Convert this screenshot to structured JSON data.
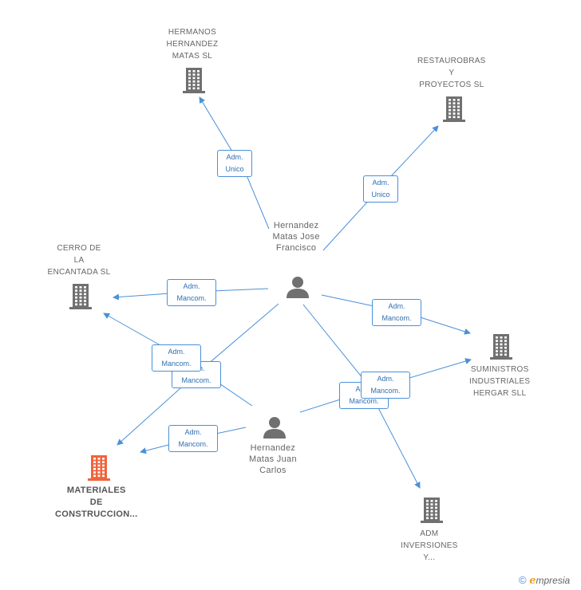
{
  "colors": {
    "edge": "#4a90d9",
    "company_icon": "#707070",
    "main_company_icon": "#f0643c",
    "person_icon": "#707070"
  },
  "companies": [
    {
      "id": "hermanos",
      "lines": [
        "HERMANOS",
        "HERNANDEZ",
        "MATAS SL"
      ],
      "icon": "building-icon",
      "highlight": false
    },
    {
      "id": "restaurobras",
      "lines": [
        "RESTAUROBRAS",
        "Y",
        "PROYECTOS SL"
      ],
      "icon": "building-icon",
      "highlight": false
    },
    {
      "id": "cerro",
      "lines": [
        "CERRO DE",
        "LA",
        "ENCANTADA SL"
      ],
      "icon": "building-icon",
      "highlight": false
    },
    {
      "id": "suministros",
      "lines": [
        "SUMINISTROS",
        "INDUSTRIALES",
        "HERGAR SLL"
      ],
      "icon": "building-icon",
      "highlight": false
    },
    {
      "id": "materiales",
      "lines": [
        "MATERIALES",
        "DE",
        "CONSTRUCCION..."
      ],
      "icon": "building-icon",
      "highlight": true
    },
    {
      "id": "adm",
      "lines": [
        "ADM",
        "INVERSIONES",
        "Y..."
      ],
      "icon": "building-icon",
      "highlight": false
    }
  ],
  "persons": [
    {
      "id": "francisco",
      "lines": [
        "Hernandez",
        "Matas Jose",
        "Francisco"
      ],
      "icon": "person-icon"
    },
    {
      "id": "carlos",
      "lines": [
        "Hernandez",
        "Matas Juan",
        "Carlos"
      ],
      "icon": "person-icon"
    }
  ],
  "relations": [
    {
      "from": "francisco",
      "to": "hermanos",
      "lines": [
        "Adm.",
        "Unico"
      ]
    },
    {
      "from": "francisco",
      "to": "restaurobras",
      "lines": [
        "Adm.",
        "Unico"
      ]
    },
    {
      "from": "francisco",
      "to": "cerro",
      "lines": [
        "Adm.",
        "Mancom."
      ]
    },
    {
      "from": "francisco",
      "to": "suministros",
      "lines": [
        "Adm.",
        "Mancom."
      ]
    },
    {
      "from": "francisco",
      "to": "materiales",
      "lines": [
        "Adm.",
        "Mancom."
      ]
    },
    {
      "from": "francisco",
      "to": "adm",
      "lines": [
        "Adm.",
        "Mancom."
      ]
    },
    {
      "from": "carlos",
      "to": "cerro",
      "lines": [
        "Adm.",
        "Mancom."
      ]
    },
    {
      "from": "carlos",
      "to": "materiales",
      "lines": [
        "Adm.",
        "Mancom."
      ]
    },
    {
      "from": "carlos",
      "to": "suministros",
      "lines": [
        "Adm.",
        "Mancom."
      ]
    }
  ],
  "footer": {
    "copyright_symbol": "©",
    "brand_initial": "e",
    "brand_rest": "mpresia"
  }
}
